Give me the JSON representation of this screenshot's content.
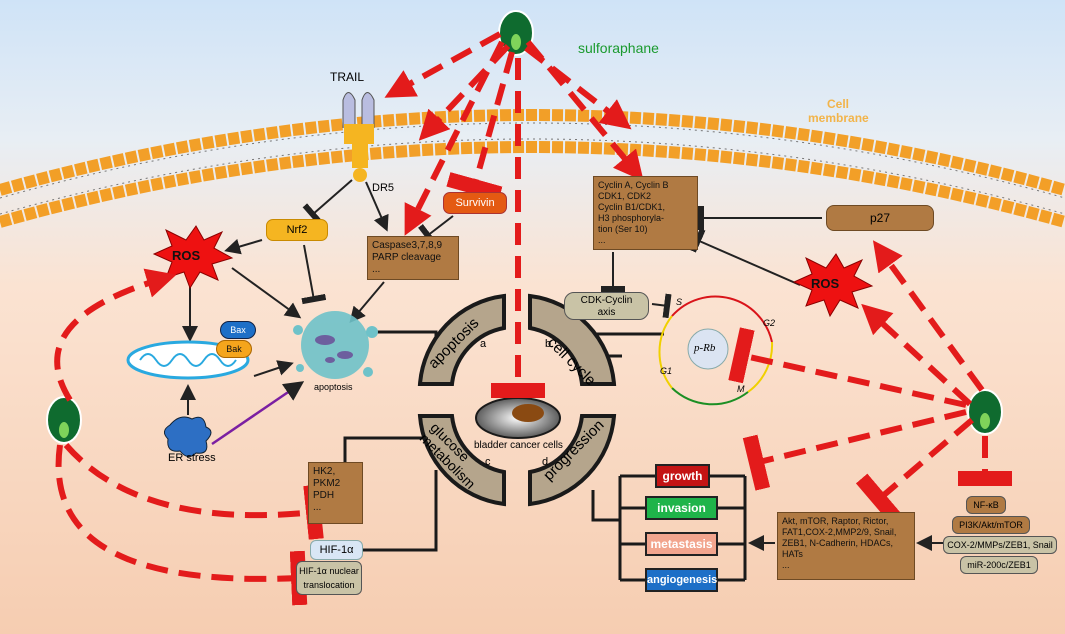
{
  "sulforaphane": "sulforaphane",
  "cell_membrane": "Cell membrane",
  "trail": "TRAIL",
  "dr5": "DR5",
  "nrf2": "Nrf2",
  "survivin": "Survivin",
  "ros": "ROS",
  "caspase": [
    "Caspase3,7,8,9",
    "PARP cleavage",
    "..."
  ],
  "bax": "Bax",
  "bak": "Bak",
  "apoptosis_label": "apoptosis",
  "er_stress": "ER stress",
  "cell_cycle_box": [
    "Cyclin A, Cyclin B",
    "CDK1, CDK2",
    "Cyclin B1/CDK1,",
    "H3 phosphoryla-",
    "tion (Ser 10)",
    "..."
  ],
  "p27": "p27",
  "cdk_axis": [
    "CDK-Cyclin",
    "axis"
  ],
  "phases": {
    "s": "S",
    "g2": "G2",
    "m": "M",
    "g1": "G1"
  },
  "prb": "p-Rb",
  "quadrants": {
    "a_letter": "a",
    "a_label": "apoptosis",
    "b_letter": "b",
    "b_label": "cell cycle",
    "c_letter": "c",
    "c_label": "glucose metabolism",
    "d_letter": "d",
    "d_label": "progression"
  },
  "center_label": "bladder cancer cells",
  "glucose_box": [
    "HK2,",
    "PKM2",
    "PDH",
    "..."
  ],
  "hif": "HIF-1α",
  "hif_nuclear": [
    "HIF-1α nuclear",
    "translocation"
  ],
  "progression_tags": [
    "growth",
    "invasion",
    "metastasis",
    "angiogenesis"
  ],
  "progression_colors": [
    "#c41414",
    "#1fb44a",
    "#f2a58e",
    "#1d6fc7"
  ],
  "progression_box": [
    "Akt, mTOR, Raptor, Rictor,",
    "FAT1,COX-2,MMP2/9, Snail,",
    "ZEB1, N-Cadherin, HDACs,",
    "HATs",
    "..."
  ],
  "pathways": [
    "NF-κB",
    "PI3K/Akt/mTOR",
    "COX-2/MMPs/ZEB1, Snail",
    "miR-200c/ZEB1"
  ]
}
